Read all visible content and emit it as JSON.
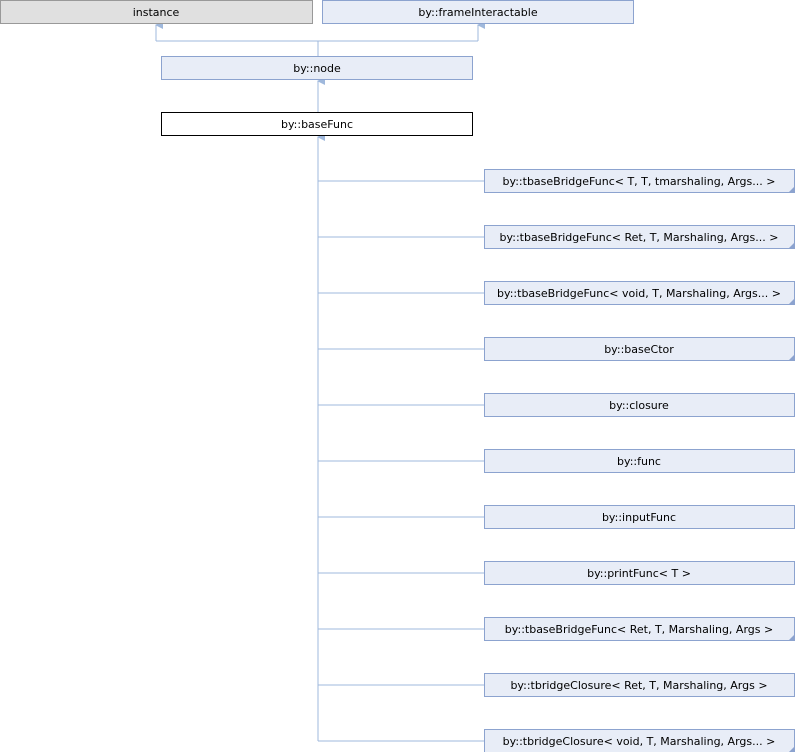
{
  "colors": {
    "base_fill": "#e0e0e0",
    "base_stroke": "#999999",
    "node_fill": "#e8edf7",
    "node_stroke": "#8ca3cf",
    "current_fill": "#ffffff",
    "current_stroke": "#000000",
    "edge": "#9fb8dc",
    "corner_marker": "#8ca3cf"
  },
  "ancestors": [
    {
      "label": "instance",
      "style": "external"
    },
    {
      "label": "by::frameInteractable",
      "style": "class"
    }
  ],
  "parent": {
    "label": "by::node"
  },
  "current": {
    "label": "by::baseFunc"
  },
  "children": [
    {
      "label": "by::tbaseBridgeFunc< T, T, tmarshaling, Args... >",
      "has_more_marker": true
    },
    {
      "label": "by::tbaseBridgeFunc< Ret, T, Marshaling, Args... >",
      "has_more_marker": true
    },
    {
      "label": "by::tbaseBridgeFunc< void, T, Marshaling, Args... >",
      "has_more_marker": true
    },
    {
      "label": "by::baseCtor",
      "has_more_marker": true
    },
    {
      "label": "by::closure",
      "has_more_marker": false
    },
    {
      "label": "by::func",
      "has_more_marker": false
    },
    {
      "label": "by::inputFunc",
      "has_more_marker": false
    },
    {
      "label": "by::printFunc< T >",
      "has_more_marker": false
    },
    {
      "label": "by::tbaseBridgeFunc< Ret, T, Marshaling, Args >",
      "has_more_marker": true
    },
    {
      "label": "by::tbridgeClosure< Ret, T, Marshaling, Args >",
      "has_more_marker": false
    },
    {
      "label": "by::tbridgeClosure< void, T, Marshaling, Args... >",
      "has_more_marker": true
    }
  ]
}
